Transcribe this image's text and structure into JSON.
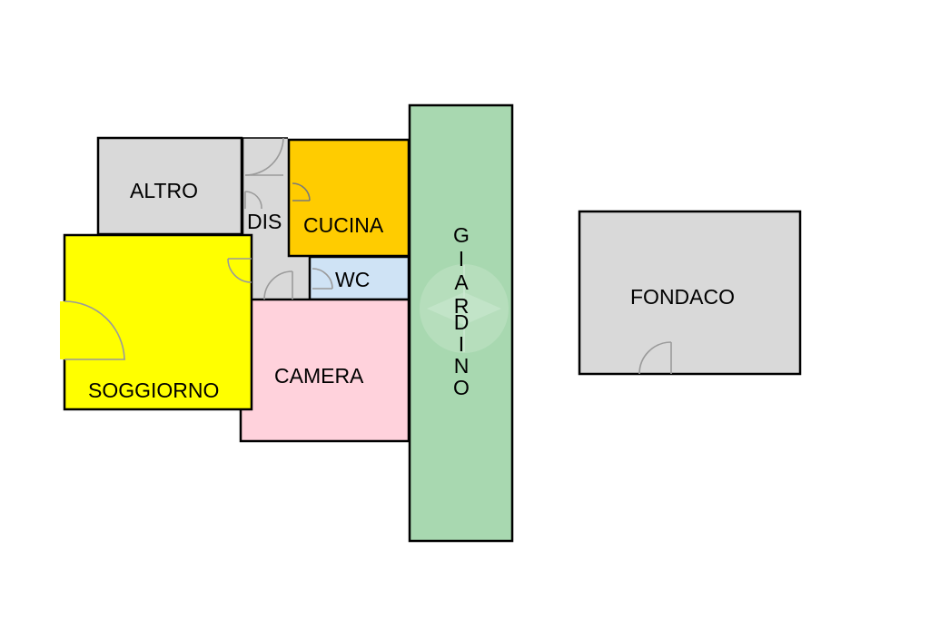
{
  "floorplan": {
    "rooms": {
      "altro": {
        "label": "ALTRO",
        "color": "#d9d9d9"
      },
      "dis": {
        "label": "DIS",
        "color": "#d9d9d9"
      },
      "cucina": {
        "label": "CUCINA",
        "color": "#ffcc00"
      },
      "wc": {
        "label": "WC",
        "color": "#cfe3f5"
      },
      "soggiorno": {
        "label": "SOGGIORNO",
        "color": "#ffff00"
      },
      "camera": {
        "label": "CAMERA",
        "color": "#ffd2dc"
      },
      "giardino": {
        "label": "GIARDINO",
        "letters": [
          "G",
          "I",
          "A",
          "R",
          "D",
          "I",
          "N",
          "O"
        ],
        "color": "#a8d8b0"
      },
      "fondaco": {
        "label": "FONDACO",
        "color": "#d9d9d9"
      }
    },
    "wall_color": "#000000",
    "door_color": "#9a9a9a",
    "watermark_icon": "compass-watermark-icon"
  }
}
